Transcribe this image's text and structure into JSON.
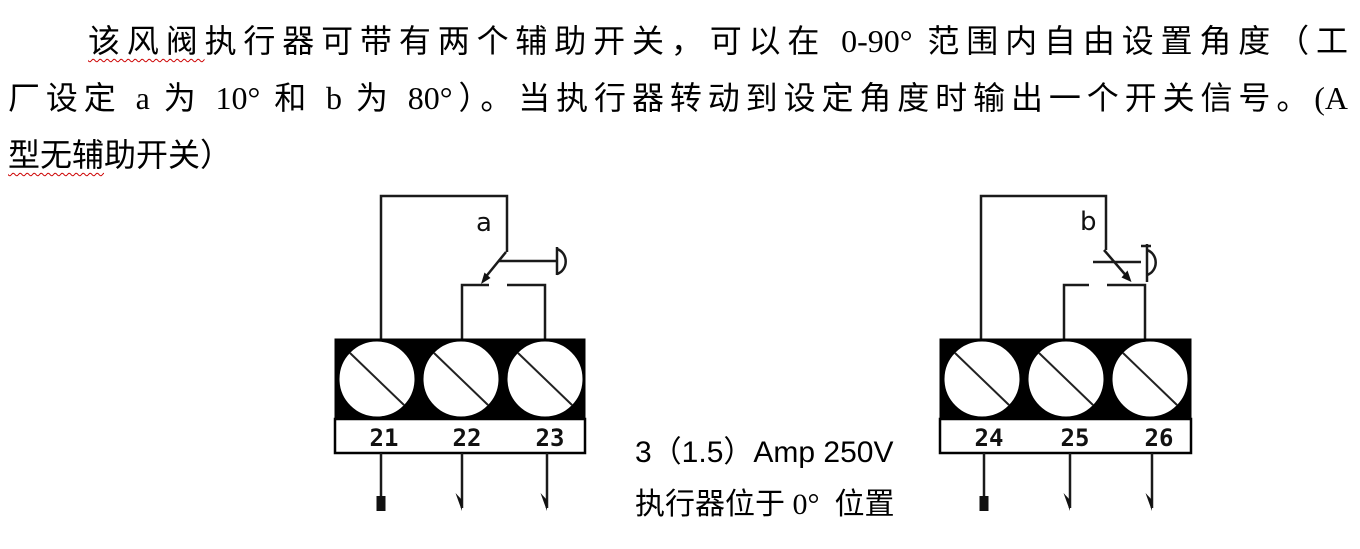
{
  "paragraph": {
    "line1_underlined": "该风阀",
    "line1_rest": "执行器可带有两个辅助开关，可以在 0-90° 范围内自由设置角度（工",
    "line2": "厂设定 a 为 10° 和 b 为 80°）。当执行器转动到设定角度时输出一个开关信号。(A",
    "line3_underlined": "型无辅",
    "line3_rest": "助开关）"
  },
  "caption": {
    "rating": "3（1.5）Amp 250V",
    "position": "执行器位于 0°  位置"
  },
  "diagram_left": {
    "switch_label": "a",
    "terminals": [
      "21",
      "22",
      "23"
    ]
  },
  "diagram_right": {
    "switch_label": "b",
    "terminals": [
      "24",
      "25",
      "26"
    ]
  },
  "colors": {
    "text": "#000000",
    "wire": "#1a1a1a",
    "squiggle": "#cc0000",
    "terminal_block": "#000000"
  }
}
